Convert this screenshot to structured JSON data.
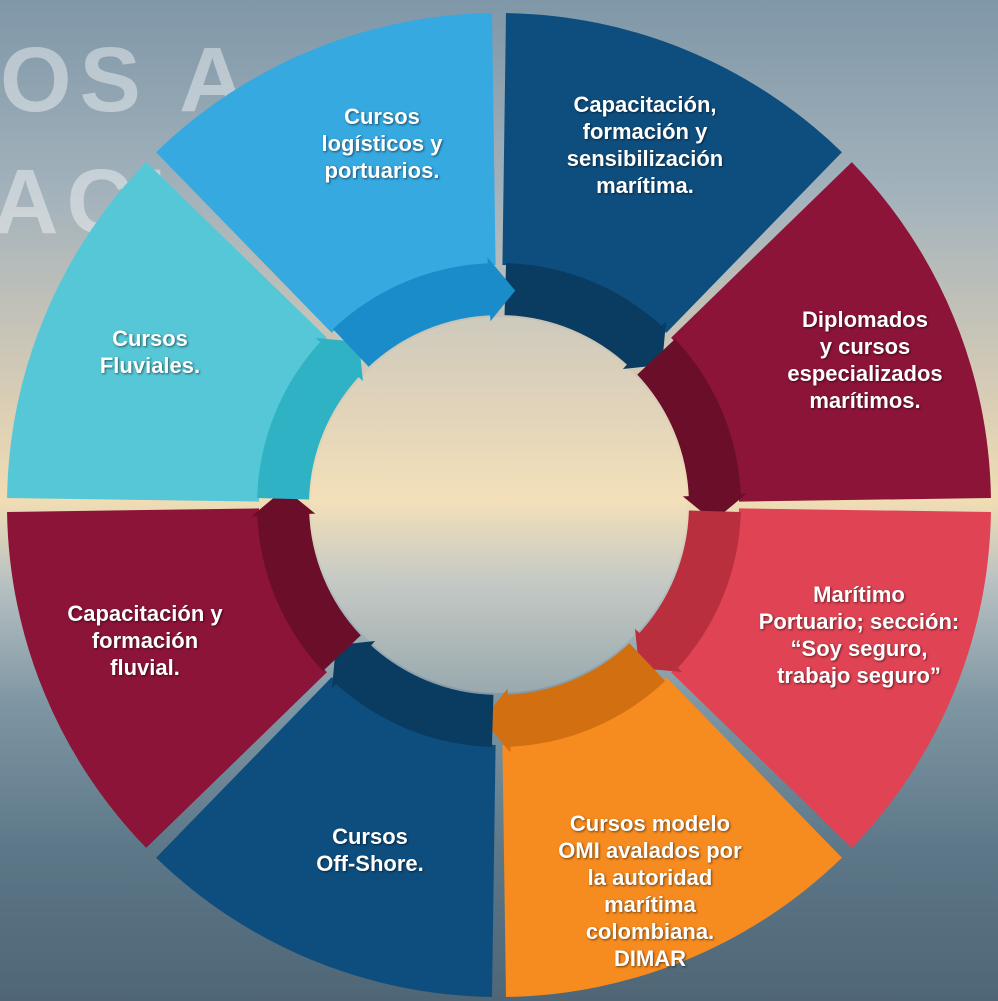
{
  "background": {
    "title_line_1": "OS A",
    "title_line_2": "ACI"
  },
  "segments": [
    {
      "label": "Cursos\nlogísticos y\nportuarios.",
      "color": "#0e4e7e",
      "shade": "#0a3b60"
    },
    {
      "label": "Capacitación,\nformación y\nsensibilización\nmarítima.",
      "color": "#8c1438",
      "shade": "#6a0e2a"
    },
    {
      "label": "Diplomados\ny cursos\nespecializados\nmarítimos.",
      "color": "#e04353",
      "shade": "#b92f3e"
    },
    {
      "label": "Marítimo\nPortuario; sección:\n“Soy seguro,\ntrabajo seguro”",
      "color": "#f68b1f",
      "shade": "#d26f10"
    },
    {
      "label": "Cursos modelo\nOMI avalados por\nla autoridad\nmarítima\ncolombiana.\nDIMAR",
      "color": "#0e4e7e",
      "shade": "#0a3b60"
    },
    {
      "label": "Cursos\nOff-Shore.",
      "color": "#8c1438",
      "shade": "#6a0e2a"
    },
    {
      "label": "Capacitación y\nformación\nfluvial.",
      "color": "#55c7d6",
      "shade": "#2fb2c4"
    },
    {
      "label": "Cursos\nFluviales.",
      "color": "#36a9e1",
      "shade": "#1a8cc9"
    }
  ]
}
